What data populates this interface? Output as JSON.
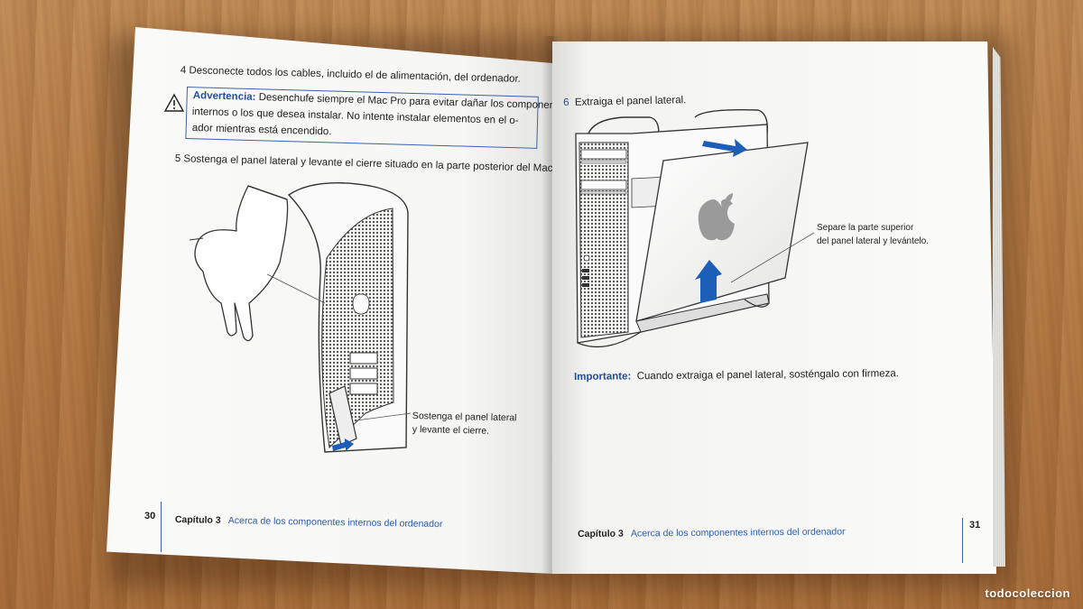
{
  "left_page": {
    "step4": "4  Desconecte todos los cables, incluido el de alimentación, del ordenador.",
    "warning_label": "Advertencia:",
    "warning_line1": " Desenchufe siempre el Mac Pro para evitar dañar los componentes",
    "warning_line2": "internos o los que desea instalar. No intente instalar elementos en el o-",
    "warning_line3": "ador mientras está encendido.",
    "step5": "5  Sostenga el panel lateral y levante el cierre situado en la parte posterior del Mac.",
    "callout_line1": "Sostenga el panel lateral",
    "callout_line2": "y levante el cierre.",
    "page_number": "30",
    "chapter_label": "Capítulo 3",
    "chapter_title": "Acerca de los componentes internos del ordenador"
  },
  "right_page": {
    "step6": "6",
    "step6_text": "Extraiga el panel lateral.",
    "callout_line1": "Separe la parte superior",
    "callout_line2": "del panel lateral y levántelo.",
    "important_label": "Importante:",
    "important_text": "Cuando extraiga el panel lateral, sosténgalo con firmeza.",
    "page_number": "31",
    "chapter_label": "Capítulo 3",
    "chapter_title": "Acerca de los componentes internos del ordenador"
  },
  "watermark": "todocoleccion",
  "colors": {
    "accent_blue": "#1f4fa0",
    "arrow_blue": "#1d5fb8",
    "wood": "#b57b45"
  },
  "icons": {
    "warning": "warning-triangle-icon",
    "apple_logo": "apple-logo-icon"
  }
}
